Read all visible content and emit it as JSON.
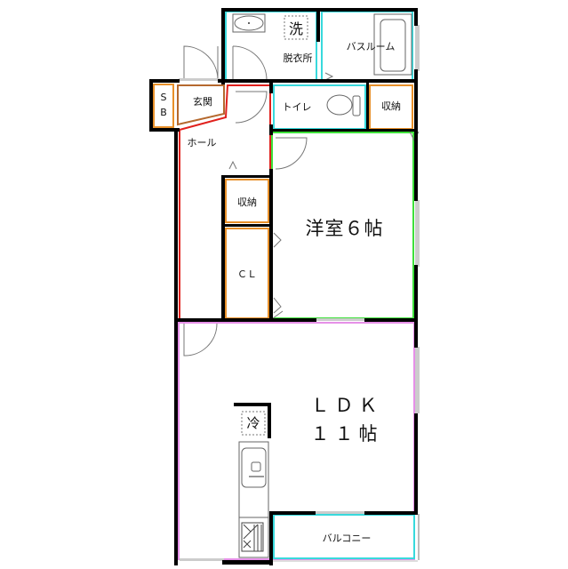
{
  "floorplan": {
    "rooms": {
      "dressing": {
        "label": "脱衣所",
        "washer": "洗"
      },
      "bathroom": {
        "label": "バスルーム"
      },
      "shoebox": {
        "label": "S\nB",
        "line1": "S",
        "line2": "B"
      },
      "entrance": {
        "label": "玄関"
      },
      "hall": {
        "label": "ホール"
      },
      "toilet": {
        "label": "トイレ"
      },
      "storage_toilet": {
        "label": "収納"
      },
      "storage_hall": {
        "label": "収納"
      },
      "closet": {
        "label": "ＣＬ"
      },
      "western_room": {
        "label": "洋室６帖"
      },
      "ldk": {
        "line1": "ＬＤＫ",
        "line2": "１１帖"
      },
      "fridge": {
        "label": "冷"
      },
      "balcony": {
        "label": "バルコニー"
      }
    },
    "colors": {
      "wall": "#000000",
      "wet_area": "#38d9dc",
      "hall": "#e0201c",
      "storage": "#e8902a",
      "entrance": "#b5692e",
      "western_room": "#3ee03a",
      "ldk": "#e690e8",
      "balcony": "#38d9dc"
    }
  }
}
